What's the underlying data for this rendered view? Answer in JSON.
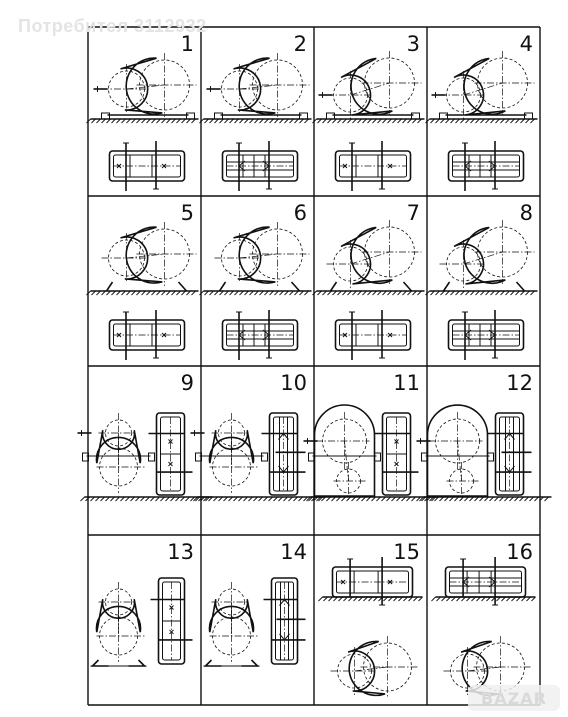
{
  "watermark": "Потребител 3112932",
  "logo_text": "BAZAR",
  "colors": {
    "ink": "#111111",
    "background": "#ffffff",
    "watermark": "#e4e4e4"
  },
  "cells": [
    {
      "label": "1",
      "layout": "horizontal-footed",
      "stages": 1,
      "inclined": false
    },
    {
      "label": "2",
      "layout": "horizontal-footed",
      "stages": 2,
      "inclined": false
    },
    {
      "label": "3",
      "layout": "horizontal-footed",
      "stages": 1,
      "inclined": true
    },
    {
      "label": "4",
      "layout": "horizontal-footed",
      "stages": 2,
      "inclined": true
    },
    {
      "label": "5",
      "layout": "horizontal-base",
      "stages": 1,
      "inclined": false
    },
    {
      "label": "6",
      "layout": "horizontal-base",
      "stages": 2,
      "inclined": false
    },
    {
      "label": "7",
      "layout": "horizontal-base",
      "stages": 1,
      "inclined": true
    },
    {
      "label": "8",
      "layout": "horizontal-base",
      "stages": 2,
      "inclined": true
    },
    {
      "label": "9",
      "layout": "vertical-footed",
      "stages": 1,
      "bottom_large": false
    },
    {
      "label": "10",
      "layout": "vertical-footed",
      "stages": 2,
      "bottom_large": false
    },
    {
      "label": "11",
      "layout": "vertical-footed",
      "stages": 1,
      "bottom_large": true
    },
    {
      "label": "12",
      "layout": "vertical-footed",
      "stages": 2,
      "bottom_large": true
    },
    {
      "label": "13",
      "layout": "vertical-flange",
      "stages": 1,
      "bottom_large": false
    },
    {
      "label": "14",
      "layout": "vertical-flange",
      "stages": 2,
      "bottom_large": false
    },
    {
      "label": "15",
      "layout": "horizontal-ceiling",
      "stages": 1,
      "inclined": false
    },
    {
      "label": "16",
      "layout": "horizontal-ceiling",
      "stages": 2,
      "inclined": false
    }
  ]
}
